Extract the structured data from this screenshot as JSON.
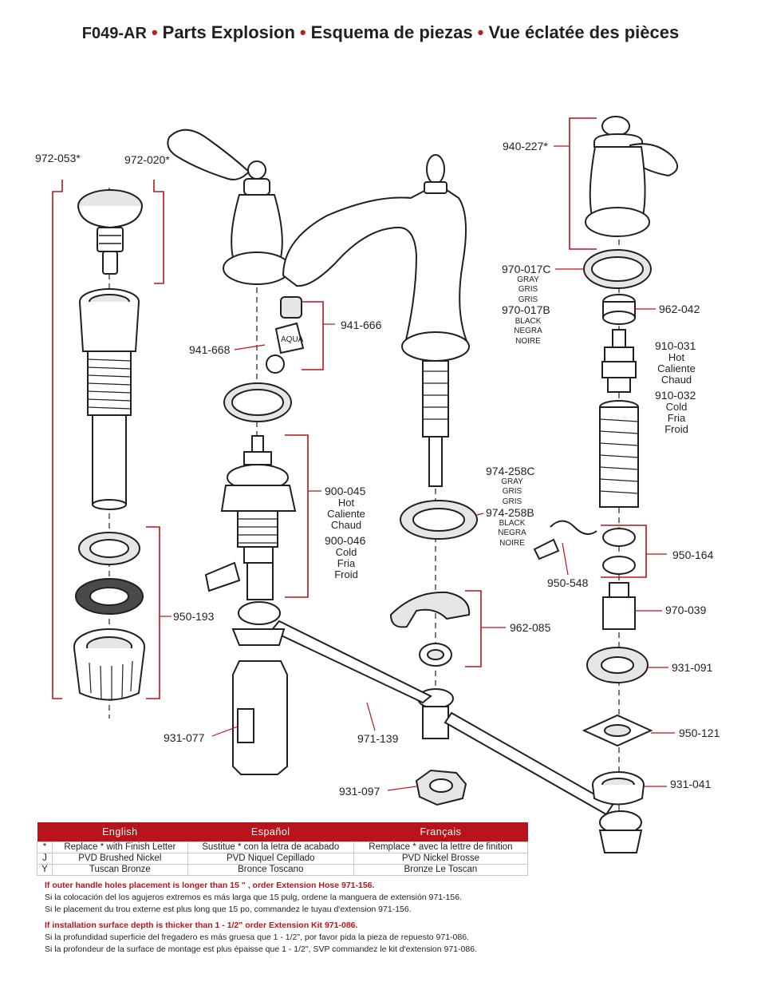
{
  "header": {
    "model": "F049-AR",
    "title_en": "Parts Explosion",
    "title_es": "Esquema de piezas",
    "title_fr": "Vue éclatée des pièces"
  },
  "parts": {
    "p972_053": "972-053*",
    "p972_020": "972-020*",
    "p940_227": "940-227*",
    "p941_666": "941-666",
    "p941_668": "941-668",
    "p970_017c": {
      "num": "970-017C",
      "lines": [
        "GRAY",
        "GRIS",
        "GRIS"
      ]
    },
    "p970_017b": {
      "num": "970-017B",
      "lines": [
        "BLACK",
        "NEGRA",
        "NOIRE"
      ]
    },
    "p962_042": "962-042",
    "p910_031": {
      "num": "910-031",
      "lines": [
        "Hot",
        "Caliente",
        "Chaud"
      ]
    },
    "p910_032": {
      "num": "910-032",
      "lines": [
        "Cold",
        "Fria",
        "Froid"
      ]
    },
    "p900_045": {
      "num": "900-045",
      "lines": [
        "Hot",
        "Caliente",
        "Chaud"
      ]
    },
    "p900_046": {
      "num": "900-046",
      "lines": [
        "Cold",
        "Fria",
        "Froid"
      ]
    },
    "p974_258c": {
      "num": "974-258C",
      "lines": [
        "GRAY",
        "GRIS",
        "GRIS"
      ]
    },
    "p974_258b": {
      "num": "974-258B",
      "lines": [
        "BLACK",
        "NEGRA",
        "NOIRE"
      ]
    },
    "p950_164": "950-164",
    "p950_548": "950-548",
    "p950_193": "950-193",
    "p970_039": "970-039",
    "p962_085": "962-085",
    "p931_091": "931-091",
    "p931_077": "931-077",
    "p971_139": "971-139",
    "p950_121": "950-121",
    "p931_041": "931-041",
    "p931_097": "931-097"
  },
  "finish_table": {
    "headers": [
      "English",
      "Español",
      "Français"
    ],
    "rows": [
      {
        "code": "*",
        "en": "Replace * with Finish Letter",
        "es": "Sustitue * con la letra de acabado",
        "fr": "Remplace * avec la lettre de finition"
      },
      {
        "code": "J",
        "en": "PVD Brushed Nickel",
        "es": "PVD Niquel Cepillado",
        "fr": "PVD Nickel Brosse"
      },
      {
        "code": "Y",
        "en": "Tuscan Bronze",
        "es": "Bronce Toscano",
        "fr": "Bronze Le Toscan"
      }
    ]
  },
  "notes": {
    "hose_en": "If outer handle holes placement is longer than 15 \" , order Extension Hose  971-156.",
    "hose_es": "Si la colocación del los agujeros extremos es más larga que 15 pulg, ordene la manguera de extensión 971-156.",
    "hose_fr": "Si le placement du trou externe est plus long que 15 po, commandez le tuyau d'extension 971-156.",
    "kit_en": "If installation surface depth is thicker than 1 - 1/2\" order Extension Kit 971-086.",
    "kit_es": "Si la profundidad superficie del fregadero es más gruesa que 1 - 1/2\", por favor pida la pieza de repuesto 971-086.",
    "kit_fr": "Si la profondeur de la surface de montage est plus épaisse que 1 - 1/2\", SVP commandez le kit d'extension 971-086."
  },
  "colors": {
    "accent": "#b7151b",
    "ink": "#231f20"
  },
  "icons": [
    "drain-stopper",
    "spout",
    "handle",
    "cartridge",
    "hose",
    "mounting-nut"
  ]
}
